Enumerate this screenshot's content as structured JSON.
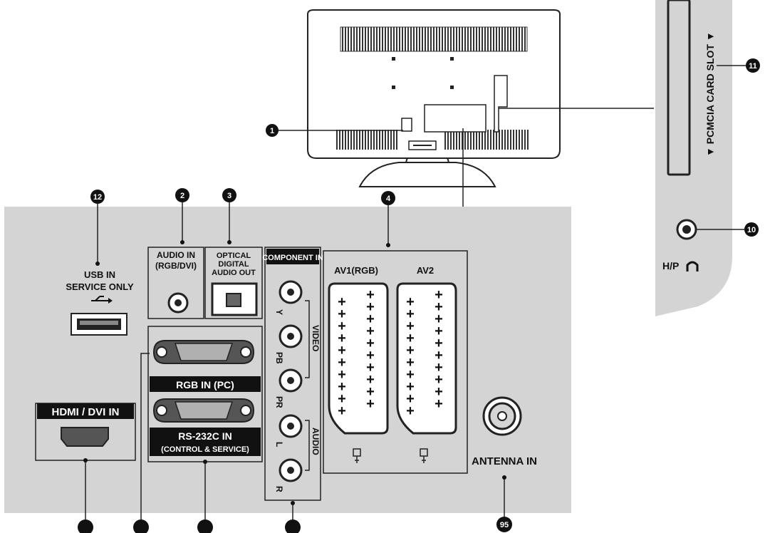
{
  "colors": {
    "panel": "#d4d4d4",
    "dark": "#111111",
    "line": "#222222",
    "white": "#ffffff"
  },
  "labels": {
    "usb_line1": "USB IN",
    "usb_line2": "SERVICE ONLY",
    "audio_in_line1": "AUDIO IN",
    "audio_in_line2": "(RGB/DVI)",
    "optical_line1": "OPTICAL",
    "optical_line2": "DIGITAL",
    "optical_line3": "AUDIO OUT",
    "component_in": "COMPONENT IN",
    "comp_y": "Y",
    "comp_pb": "PB",
    "comp_pr": "PR",
    "comp_l": "L",
    "comp_r": "R",
    "comp_video": "VIDEO",
    "comp_audio": "AUDIO",
    "av1": "AV1(RGB)",
    "av2": "AV2",
    "rgb_in": "RGB IN (PC)",
    "rs232_line1": "RS-232C IN",
    "rs232_line2": "(CONTROL & SERVICE)",
    "hdmi": "HDMI / DVI IN",
    "antenna": "ANTENNA IN",
    "pcmcia": "▼ PCMCIA CARD SLOT ▼",
    "hp": "H/P"
  },
  "callouts": {
    "n1": "1",
    "n2": "2",
    "n3": "3",
    "n4": "4",
    "n10": "10",
    "n11": "11",
    "n12": "12",
    "n95": "95"
  }
}
